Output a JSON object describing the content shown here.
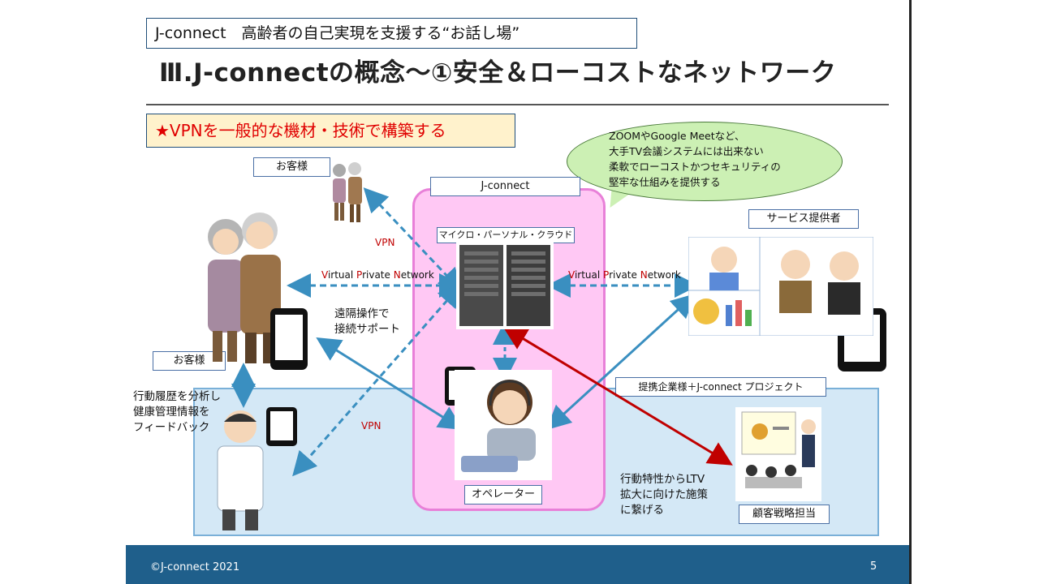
{
  "header": {
    "subtitle": "J-connect　高齢者の自己実現を支援する“お話し場”",
    "title": "Ⅲ.J-connectの概念～①安全＆ローコストなネットワーク"
  },
  "highlight": {
    "text": "★VPNを一般的な機材・技術で構築する"
  },
  "callout": {
    "line1": "ZOOMやGoogle Meetなど、",
    "line2": "大手TV会議システムには出来ない",
    "line3": "柔軟でローコストかつセキュリティの",
    "line4": "堅牢な仕組みを提供する"
  },
  "labels": {
    "customer_top": "お客様",
    "customer_left": "お客様",
    "jconnect": "J-connect",
    "micro_cloud": "マイクロ・パーソナル・クラウド",
    "service_provider": "サービス提供者",
    "partner_project": "提携企業様＋J-connect プロジェクト",
    "operator": "オペレーター",
    "customer_strategy": "顧客戦略担当"
  },
  "connections": {
    "vpn_top": "VPN",
    "vpn_bottom": "VPN",
    "vpn_left": {
      "V": "V",
      "irtual": "irtual ",
      "P": "P",
      "rivate": "rivate ",
      "N": "N",
      "etwork": "etwork"
    },
    "vpn_right": {
      "V": "V",
      "irtual": "irtual ",
      "P": "P",
      "rivate": "rivate ",
      "N": "N",
      "etwork": "etwork"
    }
  },
  "notes": {
    "remote_line1": "遠隔操作で",
    "remote_line2": "接続サポート",
    "analysis_line1": "行動履歴を分析し",
    "analysis_line2": "健康管理情報を",
    "analysis_line3": "フィードバック",
    "ltv_line1": "行動特性からLTV",
    "ltv_line2": "拡大に向けた施策",
    "ltv_line3": "に繋げる"
  },
  "footer": {
    "copyright": "©J-connect 2021",
    "page": "5"
  },
  "colors": {
    "pink": "#ffc8f4",
    "blue_panel": "#d4e8f6",
    "footer": "#1f5f8b",
    "arrow_blue": "#3a8fc0",
    "arrow_red": "#c00000",
    "callout": "#ccf0b4"
  }
}
